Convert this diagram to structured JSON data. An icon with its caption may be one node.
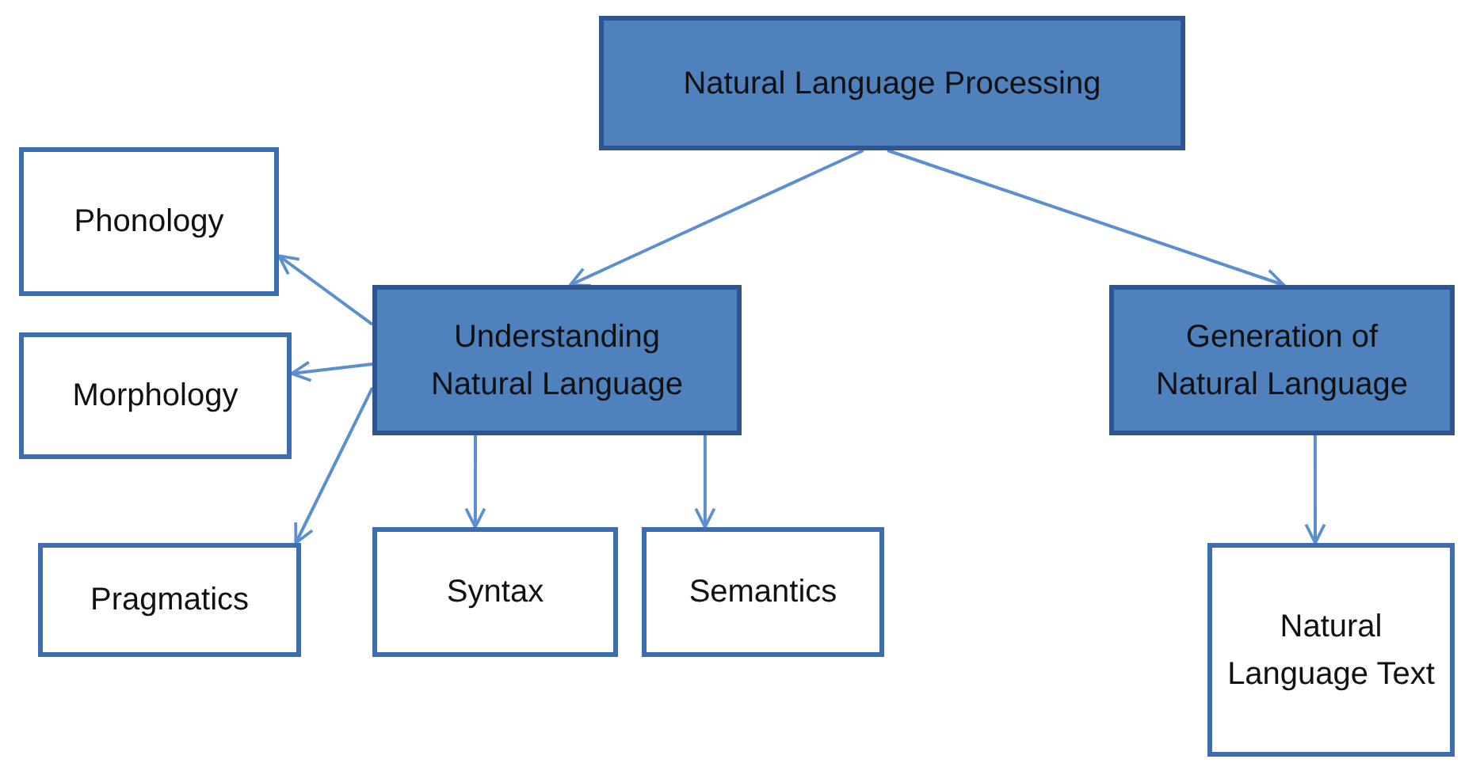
{
  "diagram": {
    "nodes": [
      {
        "text": [
          "Natural Language Processing"
        ]
      },
      {
        "text": [
          "Understanding Natural Language"
        ]
      },
      {
        "text": [
          "Generation of Natural Language"
        ]
      },
      {
        "text": [
          "Phonology"
        ]
      },
      {
        "text": [
          "Morphology"
        ]
      },
      {
        "text": [
          "Pragmatics"
        ]
      },
      {
        "text": [
          "Syntax"
        ]
      },
      {
        "text": [
          "Semantics"
        ]
      },
      {
        "text": [
          "Natural Language Text"
        ]
      }
    ],
    "edges": [
      {
        "from": 0,
        "to": 1,
        "arrow": "to"
      },
      {
        "from": 0,
        "to": 2,
        "arrow": "to"
      },
      {
        "from": 1,
        "to": 3,
        "arrow": "to"
      },
      {
        "from": 1,
        "to": 4,
        "arrow": "to"
      },
      {
        "from": 1,
        "to": 5,
        "arrow": "to"
      },
      {
        "from": 1,
        "to": 6,
        "arrow": "to"
      },
      {
        "from": 1,
        "to": 7,
        "arrow": "to"
      },
      {
        "from": 2,
        "to": 8,
        "arrow": "to"
      }
    ]
  }
}
